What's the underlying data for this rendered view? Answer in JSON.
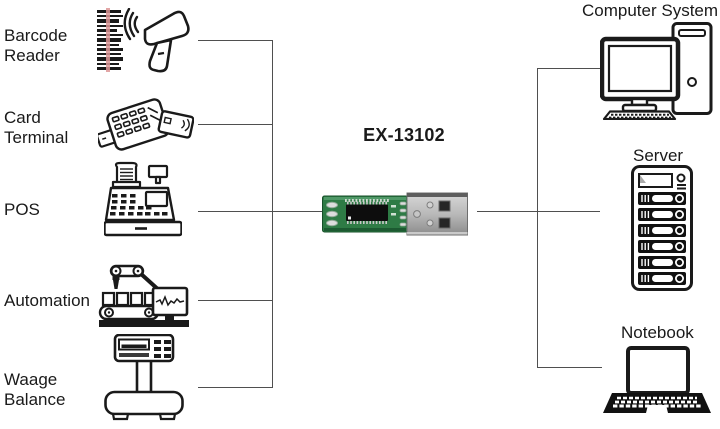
{
  "adapter": {
    "model": "EX-13102",
    "icon": "usb-serial-adapter-image",
    "pcb_color": "#2e7b45",
    "connector_color": "#b9b9b9"
  },
  "left_devices": [
    {
      "label": "Barcode Reader",
      "icon": "barcode-reader-icon"
    },
    {
      "label": "Card Terminal",
      "icon": "card-terminal-icon"
    },
    {
      "label": "POS",
      "icon": "cash-register-icon"
    },
    {
      "label": "Automation",
      "icon": "automation-robot-icon"
    },
    {
      "label": "Waage Balance",
      "icon": "weighing-scale-icon"
    }
  ],
  "right_devices": [
    {
      "label": "Computer System",
      "icon": "desktop-computer-icon"
    },
    {
      "label": "Server",
      "icon": "server-rack-icon"
    },
    {
      "label": "Notebook",
      "icon": "notebook-laptop-icon"
    }
  ],
  "colors": {
    "line": "#4f4f4f",
    "text": "#1a1a1a",
    "icon_stroke": "#1a1a1a",
    "barcode_scanline": "#dd9797",
    "pcb_green": "#2e7b45",
    "metal_gray": "#b9b9b9"
  }
}
